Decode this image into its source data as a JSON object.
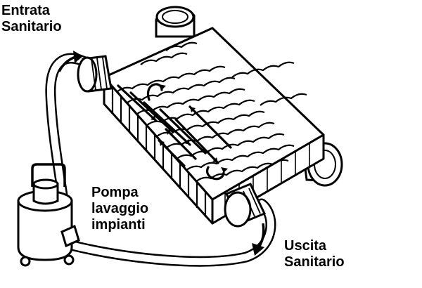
{
  "labels": {
    "inlet": [
      "Entrata",
      "Sanitario"
    ],
    "pump": [
      "Pompa",
      "lavaggio",
      "impianti"
    ],
    "outlet": [
      "Uscita",
      "Sanitario"
    ]
  },
  "colors": {
    "ink": "#000000",
    "paper": "#ffffff"
  },
  "icons": {
    "exchanger": "plate-heat-exchanger-icon",
    "pump": "flushing-pump-icon",
    "flow": "flow-arrow-icon"
  }
}
